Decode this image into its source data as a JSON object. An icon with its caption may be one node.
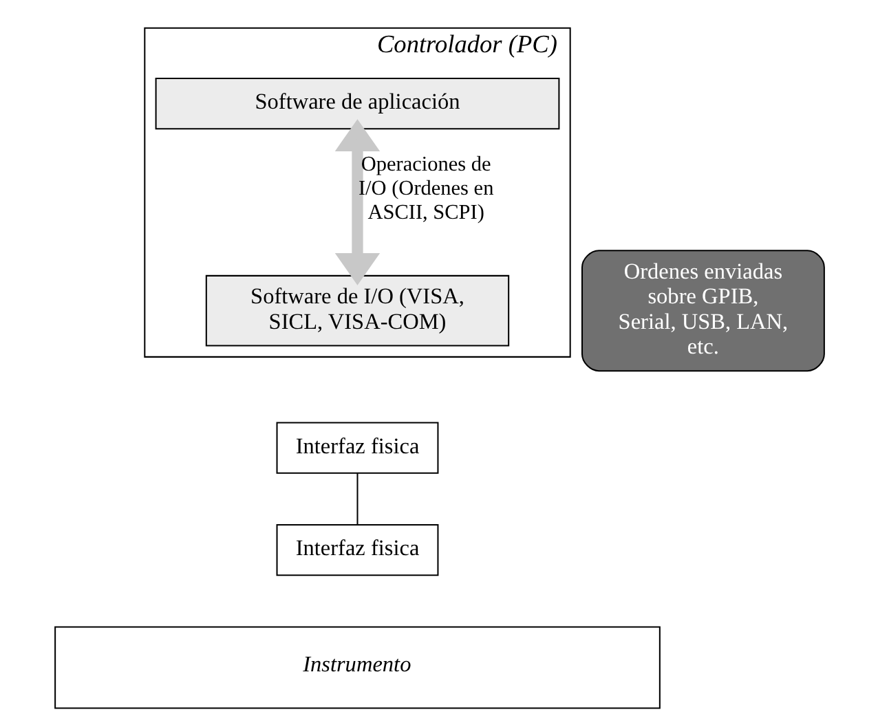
{
  "diagram": {
    "nodes": [
      {
        "text": [
          "Controlador (PC)"
        ]
      },
      {
        "text": [
          "Software de aplicación"
        ],
        "in": 0
      },
      {
        "text": [
          "Software de I/O (VISA, SICL, VISA-COM)"
        ],
        "in": 0
      },
      {
        "text": [
          "Ordenes enviadas sobre GPIB, Serial, USB, LAN, etc."
        ]
      },
      {
        "text": [
          "Interfaz fisica"
        ]
      },
      {
        "text": [
          "Interfaz fisica"
        ]
      },
      {
        "text": [
          "Instrumento"
        ]
      }
    ],
    "edges": [
      {
        "from": 1,
        "to": 2,
        "arrow": "both",
        "label": "Operaciones de I/O (Ordenes en ASCII, SCPI)",
        "style": "thick",
        "color": "#c8c8c8"
      },
      {
        "from": 4,
        "to": 5,
        "arrow": "none",
        "color": "#000000"
      }
    ]
  }
}
